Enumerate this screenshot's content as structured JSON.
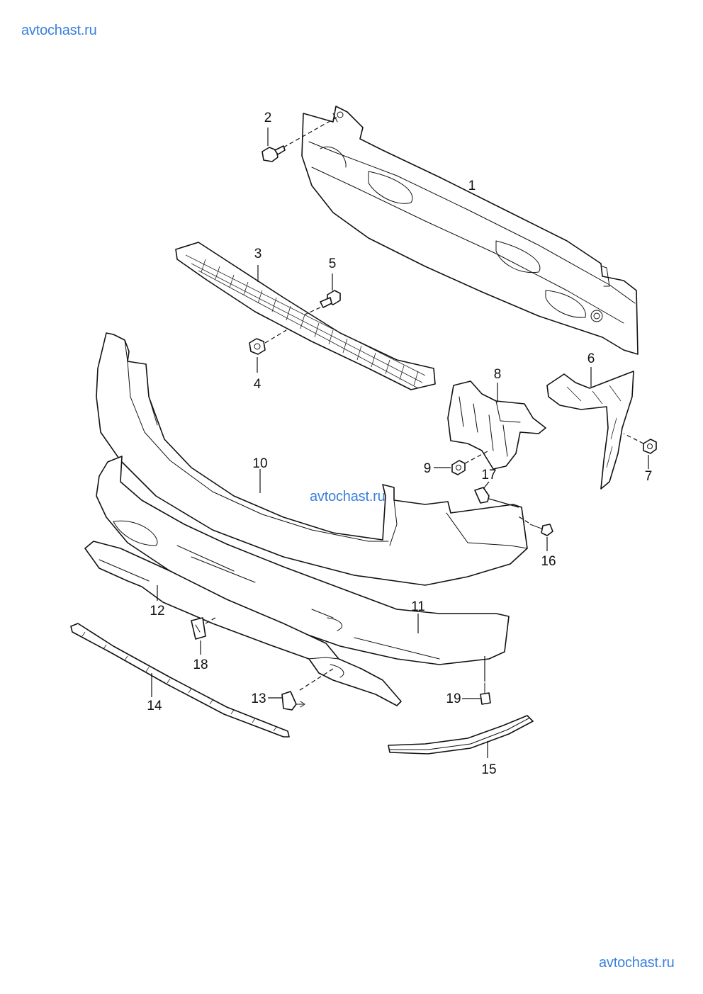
{
  "watermarks": {
    "top_left": "avtochast.ru",
    "center": "avtochast.ru",
    "bottom_right": "avtochast.ru"
  },
  "callouts": [
    "1",
    "2",
    "3",
    "4",
    "5",
    "6",
    "7",
    "8",
    "9",
    "10",
    "11",
    "12",
    "13",
    "14",
    "15",
    "16",
    "17",
    "18",
    "19"
  ],
  "colors": {
    "line": "#111111",
    "watermark": "#3a7fe0",
    "background": "#ffffff"
  }
}
